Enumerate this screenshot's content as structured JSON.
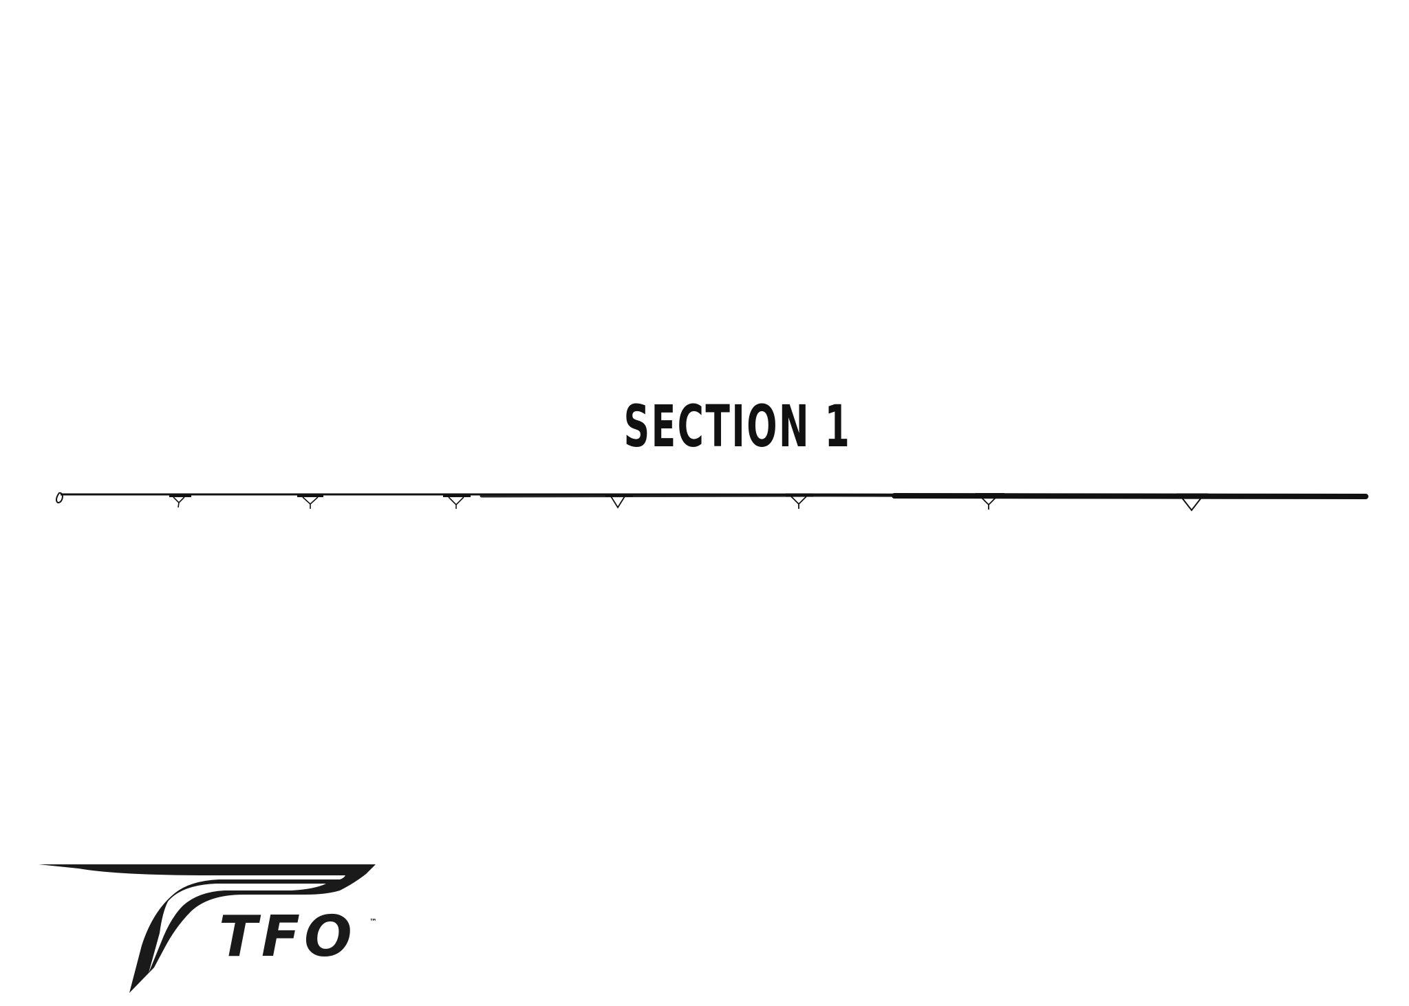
{
  "diagram": {
    "title": "SECTION 1",
    "guide_count": 7,
    "colors": {
      "ink": "#111111",
      "background": "#ffffff"
    }
  },
  "logo": {
    "text": "TFO",
    "trademark": "™"
  }
}
